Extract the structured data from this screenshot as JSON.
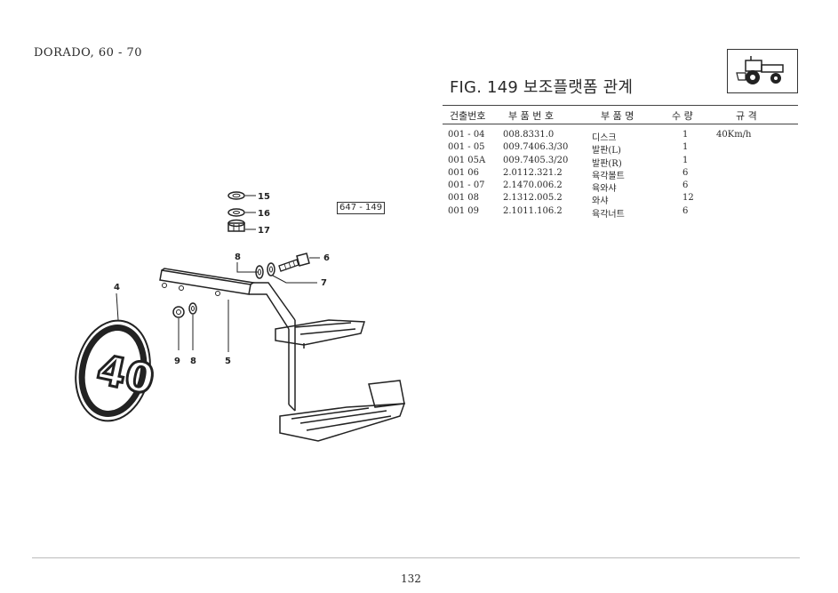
{
  "header": {
    "model": "DORADO, 60 - 70"
  },
  "figure": {
    "title": "FIG. 149 보조플랫폼 관계",
    "ref_label": "647 - 149"
  },
  "table": {
    "headers": {
      "no": "건출번호",
      "part_number": "부 품 번 호",
      "name": "부 품 명",
      "qty": "수 량",
      "spec": "규 격"
    },
    "rows": [
      {
        "no": "001 - 04",
        "part_number": "008.8331.0",
        "name": "디스크",
        "qty": "1",
        "spec": "40Km/h"
      },
      {
        "no": "001 - 05",
        "part_number": "009.7406.3/30",
        "name": "발판(L)",
        "qty": "1",
        "spec": ""
      },
      {
        "no": "001   05A",
        "part_number": "009.7405.3/20",
        "name": "발판(R)",
        "qty": "1",
        "spec": ""
      },
      {
        "no": "001   06",
        "part_number": "2.0112.321.2",
        "name": "육각볼트",
        "qty": "6",
        "spec": ""
      },
      {
        "no": "001 - 07",
        "part_number": "2.1470.006.2",
        "name": "육와샤",
        "qty": "6",
        "spec": ""
      },
      {
        "no": "001   08",
        "part_number": "2.1312.005.2",
        "name": "와샤",
        "qty": "12",
        "spec": ""
      },
      {
        "no": "001   09",
        "part_number": "2.1011.106.2",
        "name": "육각너트",
        "qty": "6",
        "spec": ""
      }
    ]
  },
  "diagram": {
    "sign_text": "40",
    "callouts": {
      "c15": "15",
      "c16": "16",
      "c17": "17",
      "c8a": "8",
      "c6": "6",
      "c7": "7",
      "c4": "4",
      "c9": "9",
      "c8b": "8",
      "c5": "5"
    }
  },
  "footer": {
    "page_number": "132"
  }
}
